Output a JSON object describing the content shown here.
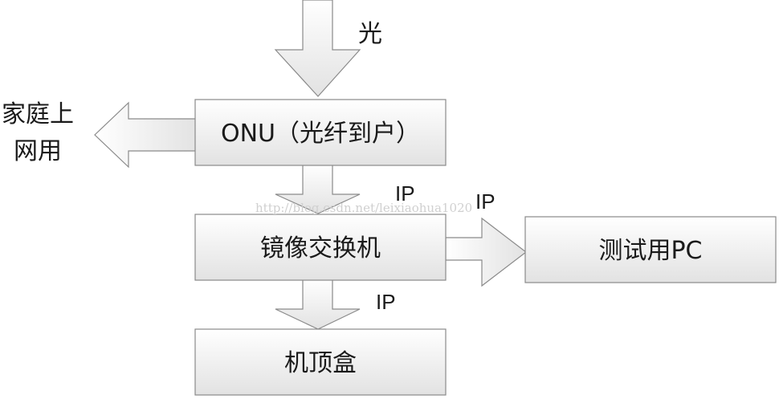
{
  "diagram": {
    "input_label": "光",
    "side_label_line1": "家庭上",
    "side_label_line2": "网用",
    "onu_label": "ONU（光纤到户）",
    "switch_label": "镜像交换机",
    "pc_label": "测试用PC",
    "stb_label": "机顶盒",
    "ip_label_onu_switch": "IP",
    "ip_label_switch_pc": "IP",
    "ip_label_switch_stb": "IP",
    "watermark": "http://blog.csdn.net/leixiaohua1020"
  },
  "colors": {
    "box_fill_top": "#ffffff",
    "box_fill_bottom": "#e3e3e3",
    "stroke": "#8a8a8a"
  }
}
